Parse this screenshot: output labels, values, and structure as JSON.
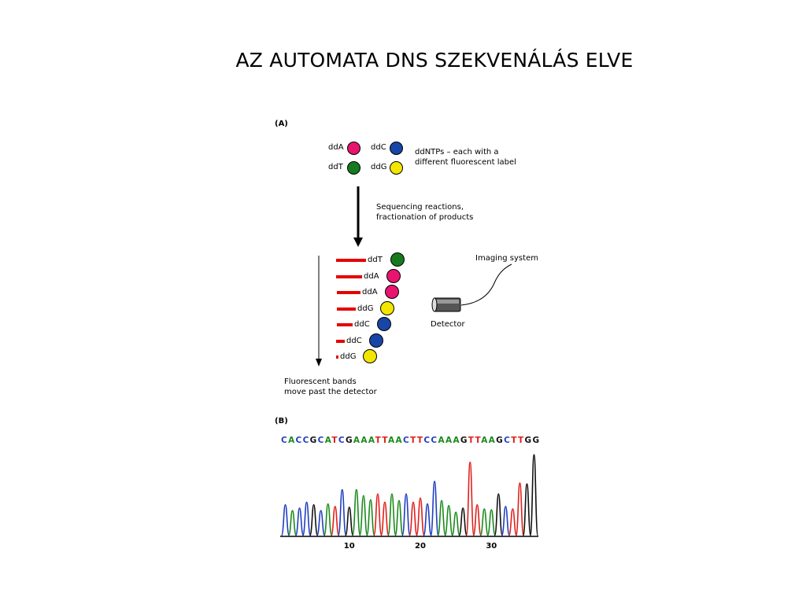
{
  "title": "AZ AUTOMATA DNS SZEKVENÁLÁS ELVE",
  "colors": {
    "A": "#e8146e",
    "C": "#1746a6",
    "T": "#177a1f",
    "G": "#f2e600",
    "band": "#e60000",
    "trace_A": "#1a8a1a",
    "trace_C": "#1f3fbf",
    "trace_G": "#111111",
    "trace_T": "#e0201b"
  },
  "panel_a": {
    "label": "(A)",
    "legend": [
      {
        "name": "ddA",
        "base": "A"
      },
      {
        "name": "ddC",
        "base": "C"
      },
      {
        "name": "ddT",
        "base": "T"
      },
      {
        "name": "ddG",
        "base": "G"
      }
    ],
    "legend_text_line1": "ddNTPs – each with a",
    "legend_text_line2": "different fluorescent label",
    "step_text_line1": "Sequencing reactions,",
    "step_text_line2": "fractionation of products",
    "bands": [
      {
        "name": "ddT",
        "base": "T"
      },
      {
        "name": "ddA",
        "base": "A"
      },
      {
        "name": "ddA",
        "base": "A"
      },
      {
        "name": "ddG",
        "base": "G"
      },
      {
        "name": "ddC",
        "base": "C"
      },
      {
        "name": "ddC",
        "base": "C"
      },
      {
        "name": "ddG",
        "base": "G"
      }
    ],
    "imaging_label": "Imaging system",
    "detector_label": "Detector",
    "bands_text_line1": "Fluorescent bands",
    "bands_text_line2": "move past the detector"
  },
  "panel_b": {
    "label": "(B)",
    "sequence": "CACCGCATCGAAATTAACTTCCAAAGTTAAGCTTGG",
    "base_colors": {
      "A": "#1a8a1a",
      "C": "#1f3fbf",
      "G": "#111111",
      "T": "#e0201b"
    },
    "axis_ticks": [
      "10",
      "20",
      "30"
    ],
    "peak_heights": [
      0.37,
      0.3,
      0.33,
      0.4,
      0.37,
      0.3,
      0.38,
      0.35,
      0.55,
      0.34,
      0.55,
      0.48,
      0.43,
      0.5,
      0.4,
      0.5,
      0.42,
      0.5,
      0.4,
      0.45,
      0.38,
      0.65,
      0.42,
      0.36,
      0.28,
      0.33,
      0.88,
      0.37,
      0.32,
      0.31,
      0.5,
      0.35,
      0.32,
      0.63,
      0.62,
      0.97
    ]
  }
}
